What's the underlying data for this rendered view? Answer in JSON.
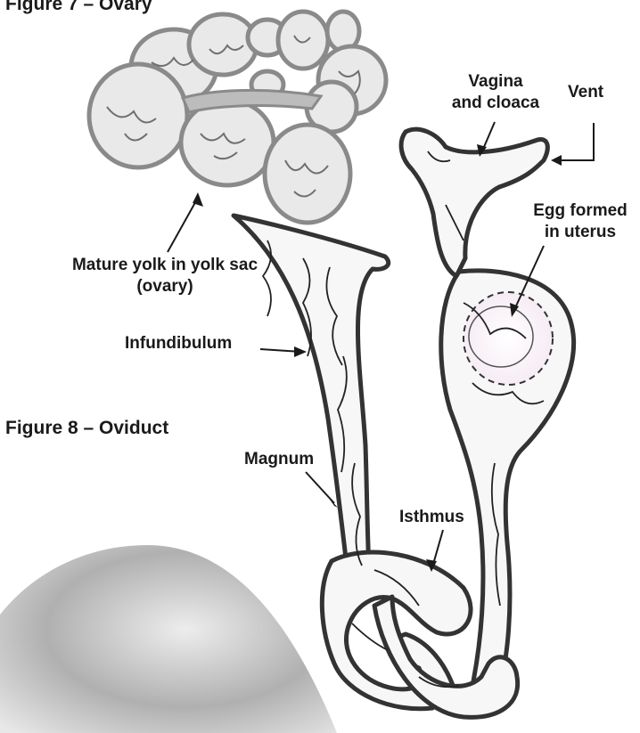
{
  "figure7": {
    "title": "Figure 7 – Ovary"
  },
  "figure8": {
    "title": "Figure 8 – Oviduct"
  },
  "labels": {
    "mature_yolk_line1": "Mature yolk in yolk sac",
    "mature_yolk_line2": "(ovary)",
    "infundibulum": "Infundibulum",
    "magnum": "Magnum",
    "isthmus": "Isthmus",
    "vagina_line1": "Vagina",
    "vagina_line2": "and cloaca",
    "vent": "Vent",
    "egg_line1": "Egg formed",
    "egg_line2": "in uterus"
  },
  "colors": {
    "ovary_fill": "#cfcfcf",
    "ovary_outline": "#8a8a8a",
    "oviduct_outline": "#333333",
    "egg_highlight": "#f3e6f0",
    "egg_shell": "#a6a6a6"
  }
}
